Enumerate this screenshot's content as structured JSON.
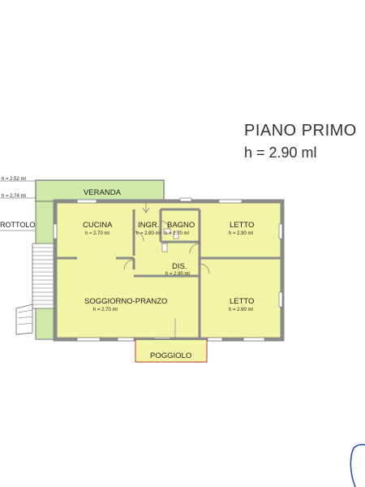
{
  "header": {
    "title": "PIANO PRIMO",
    "subtitle": "h = 2.90 ml"
  },
  "left_edge": {
    "level1": "h = 2.52 ml",
    "level2": "h = 2.74 ml",
    "label": "ROTTOLO"
  },
  "rooms": {
    "veranda": {
      "name": "VERANDA"
    },
    "cucina": {
      "name": "CUCINA",
      "h": "h = 2.70 ml"
    },
    "ingresso": {
      "name": "INGR.",
      "h": "h = 2.90 ml"
    },
    "bagno": {
      "name": "BAGNO",
      "h": "h = 2.70 ml"
    },
    "letto1": {
      "name": "LETTO",
      "h": "h = 2.90 ml"
    },
    "dis": {
      "name": "DIS.",
      "h": "h = 2.90 ml"
    },
    "soggiorno": {
      "name": "SOGGIORNO-PRANZO",
      "h": "h = 2.70 ml"
    },
    "letto2": {
      "name": "LETTO",
      "h": "h = 2.90 ml"
    },
    "poggiolo": {
      "name": "POGGIOLO"
    }
  },
  "colors": {
    "room_fill": "#f4f4a6",
    "veranda_fill": "#cdeaa9",
    "wall": "#8a8a8a",
    "poggiolo_border": "#c0392b"
  }
}
